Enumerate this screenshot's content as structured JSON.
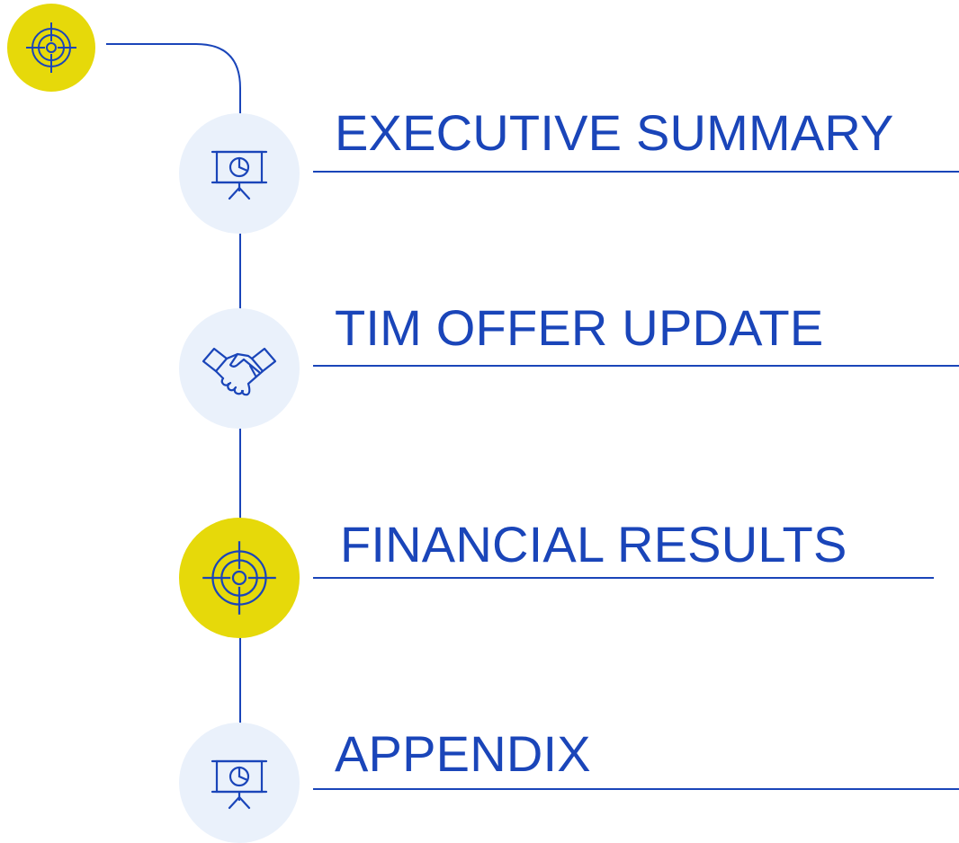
{
  "colors": {
    "accent_blue": "#1a45b9",
    "pale_circle": "#eaf1fb",
    "yellow_circle": "#e6d90a"
  },
  "top_marker": {
    "icon": "target-icon"
  },
  "agenda": {
    "items": [
      {
        "label": "EXECUTIVE SUMMARY",
        "icon": "presentation-chart-icon",
        "highlighted": false
      },
      {
        "label": "TIM OFFER UPDATE",
        "icon": "handshake-icon",
        "highlighted": false
      },
      {
        "label": "FINANCIAL RESULTS",
        "icon": "target-icon",
        "highlighted": true
      },
      {
        "label": "APPENDIX",
        "icon": "presentation-chart-icon",
        "highlighted": false
      }
    ]
  }
}
